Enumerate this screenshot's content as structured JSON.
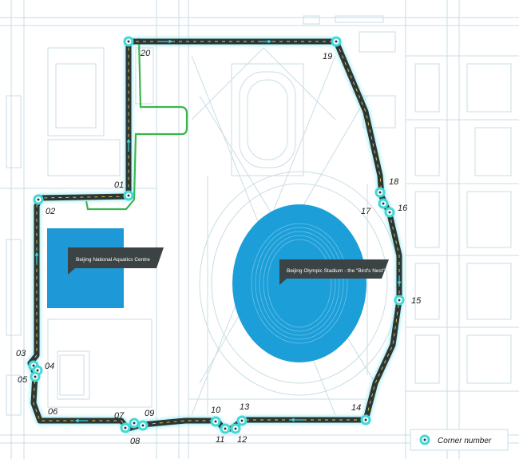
{
  "colors": {
    "background": "#ffffff",
    "street_lines": "#c9dde4",
    "track_outline": "#5fe0e8",
    "track_surface": "#2c3637",
    "track_center_dashes": "#e8d33a",
    "pit_lane": "#3bb54a",
    "aquatics_centre": "#1e98d6",
    "stadium": "#1c9ed8",
    "corner_marker_ring": "#3fd9d9",
    "label_banner": "#3b4344"
  },
  "venues": {
    "aquatics": {
      "name": "Beijing National Aquatics Centre"
    },
    "stadium": {
      "name": "Beijing Olympic Stadium - the \"Bird's Nest\""
    }
  },
  "corners": [
    {
      "id": "01",
      "label": "01"
    },
    {
      "id": "02",
      "label": "02"
    },
    {
      "id": "03",
      "label": "03"
    },
    {
      "id": "04",
      "label": "04"
    },
    {
      "id": "05",
      "label": "05"
    },
    {
      "id": "06",
      "label": "06"
    },
    {
      "id": "07",
      "label": "07"
    },
    {
      "id": "08",
      "label": "08"
    },
    {
      "id": "09",
      "label": "09"
    },
    {
      "id": "10",
      "label": "10"
    },
    {
      "id": "11",
      "label": "11"
    },
    {
      "id": "12",
      "label": "12"
    },
    {
      "id": "13",
      "label": "13"
    },
    {
      "id": "14",
      "label": "14"
    },
    {
      "id": "15",
      "label": "15"
    },
    {
      "id": "16",
      "label": "16"
    },
    {
      "id": "17",
      "label": "17"
    },
    {
      "id": "18",
      "label": "18"
    },
    {
      "id": "19",
      "label": "19"
    },
    {
      "id": "20",
      "label": "20"
    }
  ],
  "legend": {
    "label": "Corner number"
  }
}
